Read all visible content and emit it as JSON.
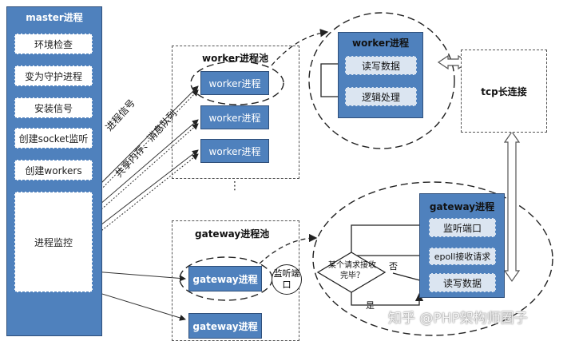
{
  "master": {
    "title": "master进程",
    "steps": [
      "环境检查",
      "变为守护进程",
      "安装信号",
      "创建socket监听",
      "创建workers"
    ],
    "monitor": "进程监控"
  },
  "worker_pool": {
    "title": "worker进程池",
    "items": [
      "worker进程",
      "worker进程",
      "worker进程"
    ]
  },
  "gateway_pool": {
    "title": "gateway进程池",
    "items": [
      "gateway进程",
      "gateway进程"
    ],
    "listen_port": "监听端口"
  },
  "links": {
    "signal": "进程信号",
    "shared": "共享内存、消息队列"
  },
  "worker_detail": {
    "title": "worker进程",
    "steps": [
      "读写数据",
      "逻辑处理"
    ]
  },
  "tcp": "tcp长连接",
  "gateway_detail": {
    "title": "gateway进程",
    "steps": [
      "监听端口",
      "epoll接收请求",
      "读写数据"
    ]
  },
  "decision": {
    "question": "某个请求接收完毕？",
    "no": "否",
    "yes": "是"
  },
  "watermark": "知乎 @PHP架构师圈子",
  "colors": {
    "box": "#4f81bd",
    "box_border": "#2f4f7a",
    "inner": "#dbe5f1"
  }
}
